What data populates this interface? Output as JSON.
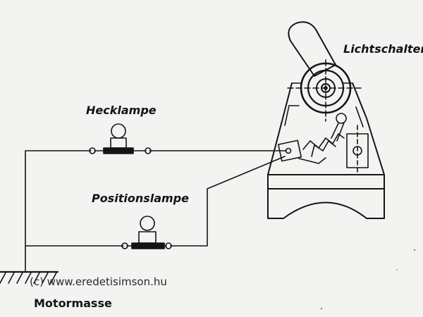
{
  "labels": {
    "hecklampe": "Hecklampe",
    "positionslampe": "Positionslampe",
    "lichtschalter": "Lichtschalter",
    "motormasse": "Motormasse"
  },
  "watermark": "(c) www.eredetisimson.hu",
  "colors": {
    "ink": "#141414",
    "paper": "#f3f3f1"
  }
}
